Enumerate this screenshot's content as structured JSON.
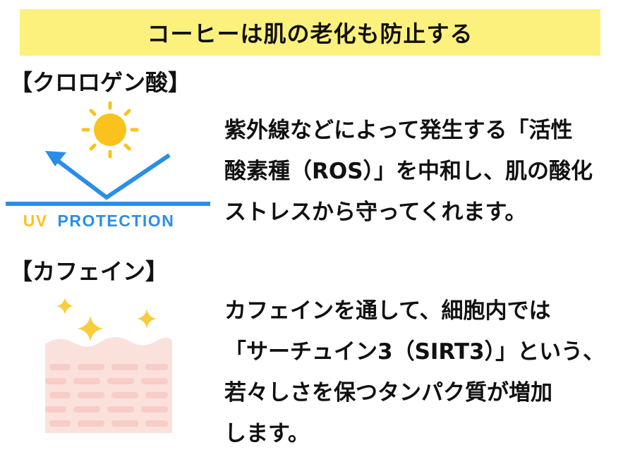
{
  "title": "コーヒーは肌の老化も防止する",
  "sections": [
    {
      "heading": "【クロロゲン酸】",
      "illustration_caption": "UV PROTECTION",
      "lines": [
        "紫外線などによって発生する「活性",
        "酸素種（ROS）」を中和し、肌の酸化",
        "ストレスから守ってくれます。"
      ]
    },
    {
      "heading": "【カフェイン】",
      "lines": [
        "カフェインを通して、細胞内では",
        "「サーチュイン3（SIRT3）」という、",
        "若々しさを保つタンパク質が増加",
        "します。"
      ]
    }
  ],
  "colors": {
    "banner": "#fdf17e",
    "sun": "#fbc21e",
    "uv_blue": "#2b8ee6",
    "skin_top": "#fbe1dc",
    "skin_bricks": "#f8cdc7",
    "sparkle": "#f9cc3c"
  },
  "icons": [
    "sun-icon",
    "uv-reflect-arrow-icon",
    "sparkle-icon",
    "skin-layers-icon"
  ]
}
